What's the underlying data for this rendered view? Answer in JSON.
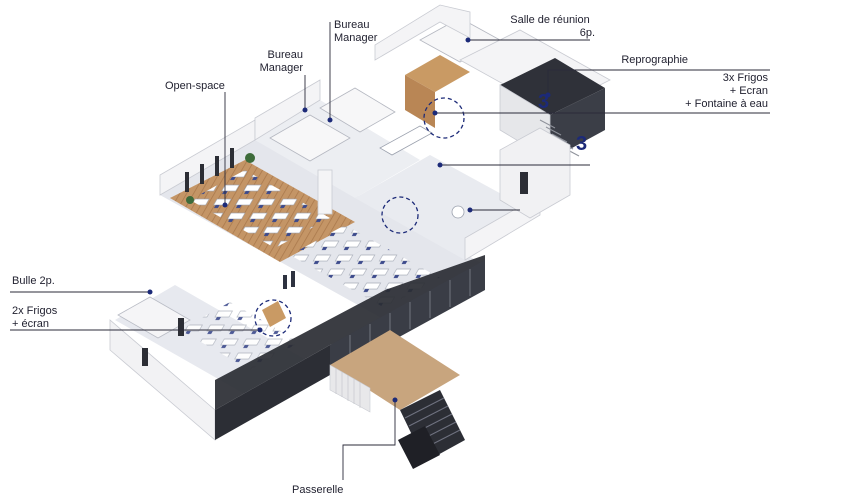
{
  "labels": {
    "open_space": "Open-space",
    "bureau_manager_1_line1": "Bureau",
    "bureau_manager_1_line2": "Manager",
    "bureau_manager_2_line1": "Bureau",
    "bureau_manager_2_line2": "Manager",
    "salle_reunion_line1": "Salle de réunion",
    "salle_reunion_line2": "6p.",
    "reprographie": "Reprographie",
    "frigos_3_line1": "3x Frigos",
    "frigos_3_line2": "+ Ecran",
    "frigos_3_line3": "+ Fontaine à eau",
    "bulle": "Bulle 2p.",
    "frigos_2_line1": "2x Frigos",
    "frigos_2_line2": "+ écran",
    "passerelle": "Passerelle"
  },
  "colors": {
    "accent": "#1c2a78",
    "line": "#2b2b3a",
    "floor_light": "#e6e8ee",
    "wood": "#b88a5a",
    "wall": "#f4f4f6",
    "dark": "#2a2c33"
  }
}
